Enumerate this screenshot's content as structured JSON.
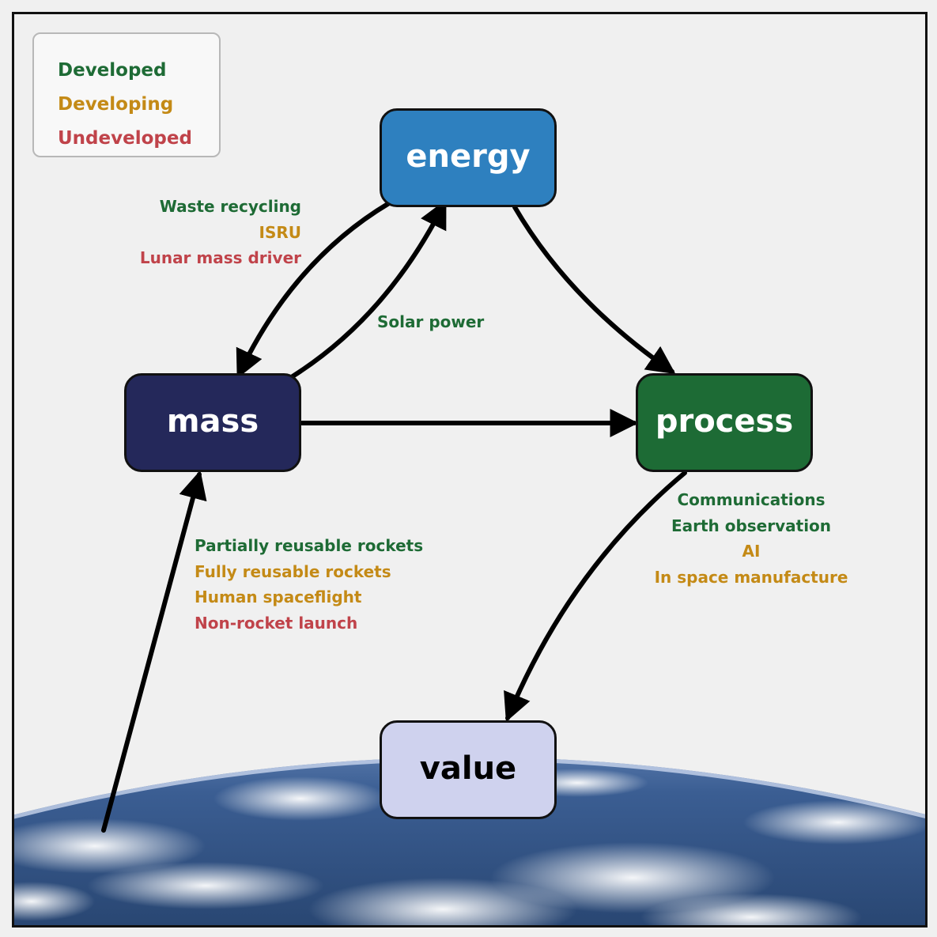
{
  "colors": {
    "developed": "#1e6b35",
    "developing": "#c48a16",
    "undeveloped": "#c0434a",
    "energy": "#2e80bf",
    "mass": "#24285a",
    "process": "#1d6b35",
    "value": "#cfd2ee",
    "arrow": "#000000"
  },
  "legend": [
    {
      "label": "Developed",
      "status": "developed"
    },
    {
      "label": "Developing",
      "status": "developing"
    },
    {
      "label": "Undeveloped",
      "status": "undeveloped"
    }
  ],
  "nodes": {
    "energy": "energy",
    "mass": "mass",
    "process": "process",
    "value": "value"
  },
  "edge_labels": {
    "energy_to_mass": [
      {
        "text": "Waste recycling",
        "status": "developed"
      },
      {
        "text": "ISRU",
        "status": "developing"
      },
      {
        "text": "Lunar mass driver",
        "status": "undeveloped"
      }
    ],
    "mass_to_energy": [
      {
        "text": "Solar power",
        "status": "developed"
      }
    ],
    "earth_to_mass": [
      {
        "text": "Partially reusable rockets",
        "status": "developed"
      },
      {
        "text": "Fully reusable rockets",
        "status": "developing"
      },
      {
        "text": "Human spaceflight",
        "status": "developing"
      },
      {
        "text": "Non-rocket launch",
        "status": "undeveloped"
      }
    ],
    "process_to_value": [
      {
        "text": "Communications",
        "status": "developed"
      },
      {
        "text": "Earth observation",
        "status": "developed"
      },
      {
        "text": "AI",
        "status": "developing"
      },
      {
        "text": "In space manufacture",
        "status": "developing"
      }
    ]
  },
  "background": "earth-horizon"
}
